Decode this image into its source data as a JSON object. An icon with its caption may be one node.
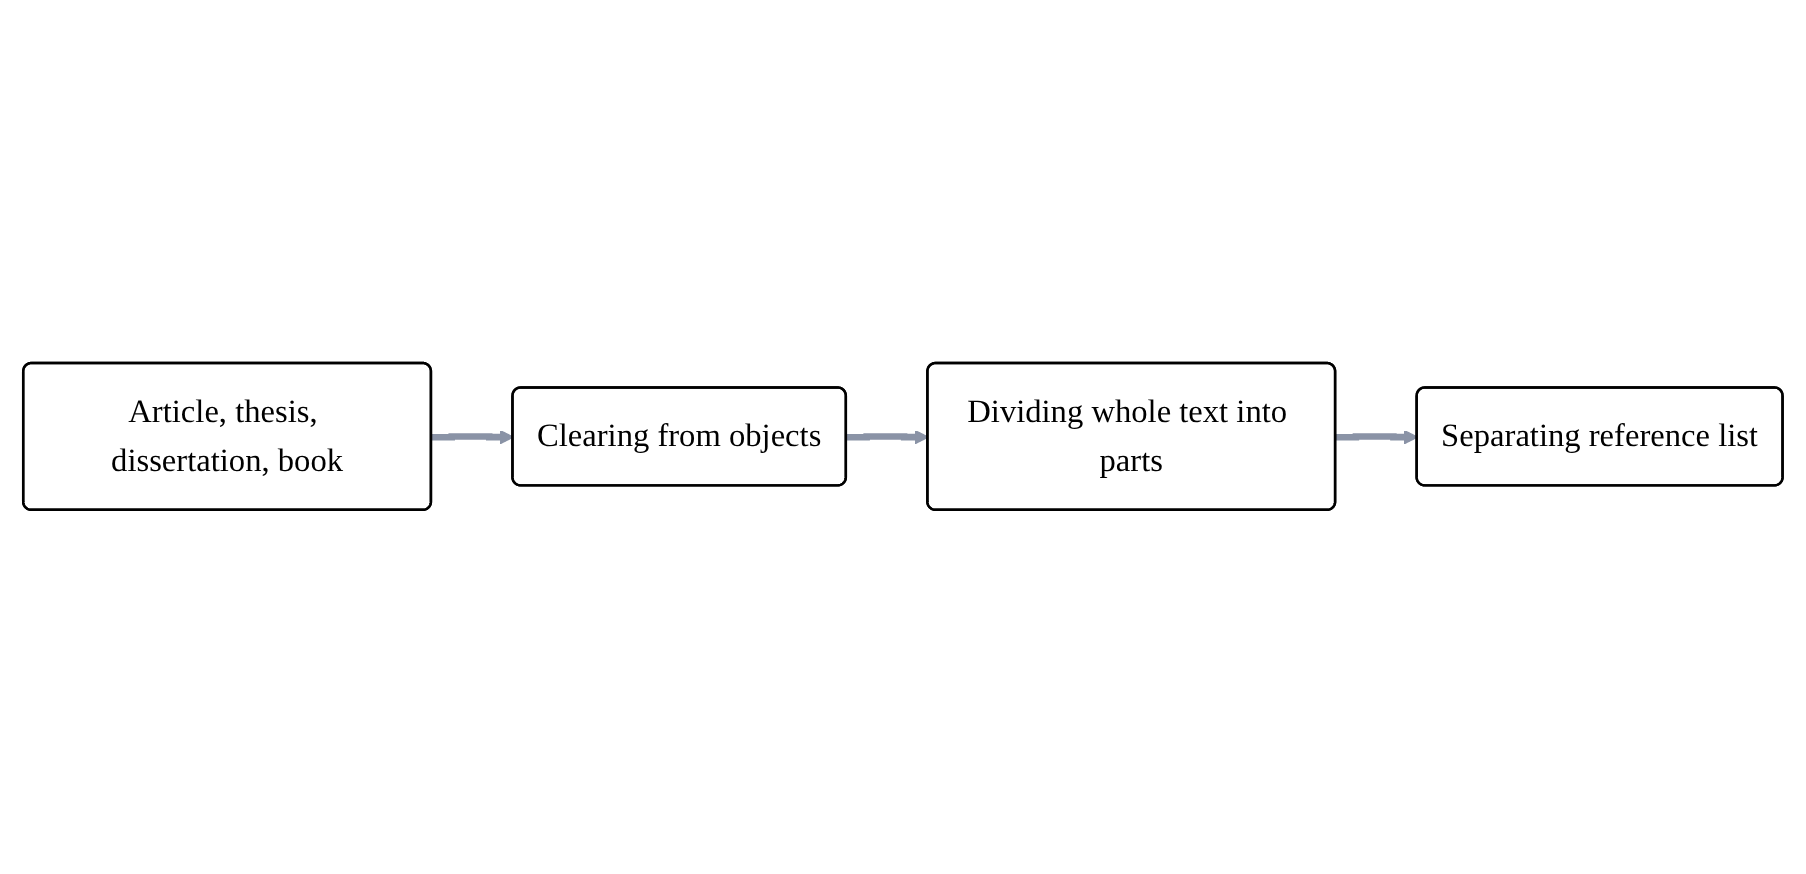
{
  "diagram": {
    "nodes": [
      {
        "text": [
          "Article, thesis, dissertation, book"
        ]
      },
      {
        "text": [
          "Clearing from objects"
        ]
      },
      {
        "text": [
          "Dividing whole text into parts"
        ]
      },
      {
        "text": [
          "Separating reference list"
        ]
      }
    ],
    "edges": [
      {
        "from": 0,
        "to": 1,
        "arrow": "to"
      },
      {
        "from": 1,
        "to": 2,
        "arrow": "to"
      },
      {
        "from": 2,
        "to": 3,
        "arrow": "to"
      }
    ]
  }
}
